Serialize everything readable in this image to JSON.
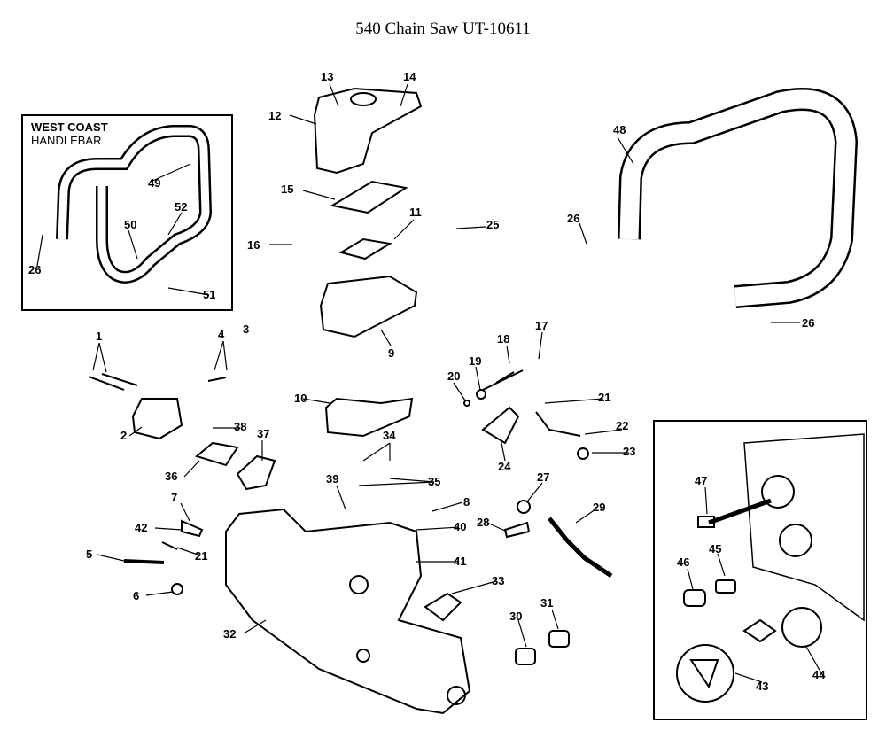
{
  "title": "540 Chain Saw UT-10611",
  "west_coast_inset": {
    "line1": "WEST COAST",
    "line2": "HANDLEBAR",
    "callouts": [
      "49",
      "52",
      "50",
      "26",
      "51"
    ]
  },
  "fuel_cap_inset": {
    "callouts": [
      "47",
      "45",
      "46",
      "43",
      "44"
    ]
  },
  "callouts": [
    "13",
    "14",
    "12",
    "15",
    "11",
    "25",
    "16",
    "9",
    "48",
    "26",
    "26",
    "1",
    "4",
    "3",
    "10",
    "18",
    "17",
    "19",
    "20",
    "21",
    "22",
    "23",
    "24",
    "2",
    "38",
    "37",
    "34",
    "36",
    "35",
    "39",
    "8",
    "27",
    "29",
    "28",
    "40",
    "7",
    "42",
    "21",
    "5",
    "41",
    "33",
    "6",
    "30",
    "31",
    "32"
  ]
}
